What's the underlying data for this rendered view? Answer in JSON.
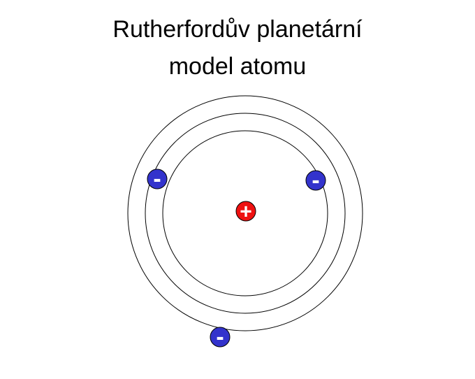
{
  "title": {
    "line1": "Rutherfordův planetární",
    "line2": "model atomu"
  },
  "diagram": {
    "background": "#ffffff",
    "orbit_stroke": "#000000",
    "orbit_count": 3,
    "nucleus": {
      "symbol": "+",
      "fill": "#ee1111",
      "symbol_color": "#ffffff"
    },
    "electron_fill": "#3333cc",
    "electron_symbol_color": "#ffffff",
    "electrons": [
      {
        "symbol": "-",
        "orbit": "middle"
      },
      {
        "symbol": "-",
        "orbit": "inner"
      },
      {
        "symbol": "-",
        "orbit": "outer"
      }
    ]
  }
}
